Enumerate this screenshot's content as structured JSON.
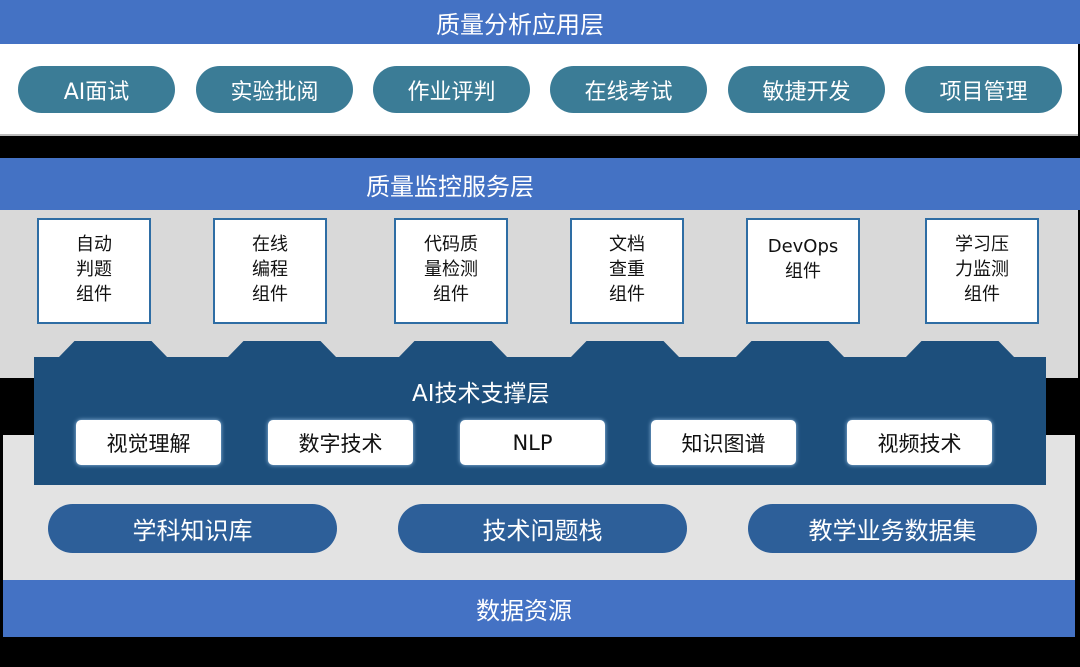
{
  "application_layer": {
    "title": "质量分析应用层",
    "items": [
      "AI面试",
      "实验批阅",
      "作业评判",
      "在线考试",
      "敏捷开发",
      "项目管理"
    ]
  },
  "monitoring_layer": {
    "title": "质量监控服务层",
    "components": [
      "自动\n判题\n组件",
      "在线\n编程\n组件",
      "代码质\n量检测\n组件",
      "文档\n查重\n组件",
      "DevOps\n组件",
      "学习压\n力监测\n组件"
    ]
  },
  "ai_layer": {
    "title": "AI技术支撑层",
    "items": [
      "视觉理解",
      "数字技术",
      "NLP",
      "知识图谱",
      "视频技术"
    ]
  },
  "data_layer": {
    "title": "数据资源",
    "items": [
      "学科知识库",
      "技术问题栈",
      "教学业务数据集"
    ]
  },
  "colors": {
    "band": "#4472c4",
    "pill": "#3b7c96",
    "ai_panel": "#1d4f7c",
    "data_pill": "#2d5f99"
  }
}
